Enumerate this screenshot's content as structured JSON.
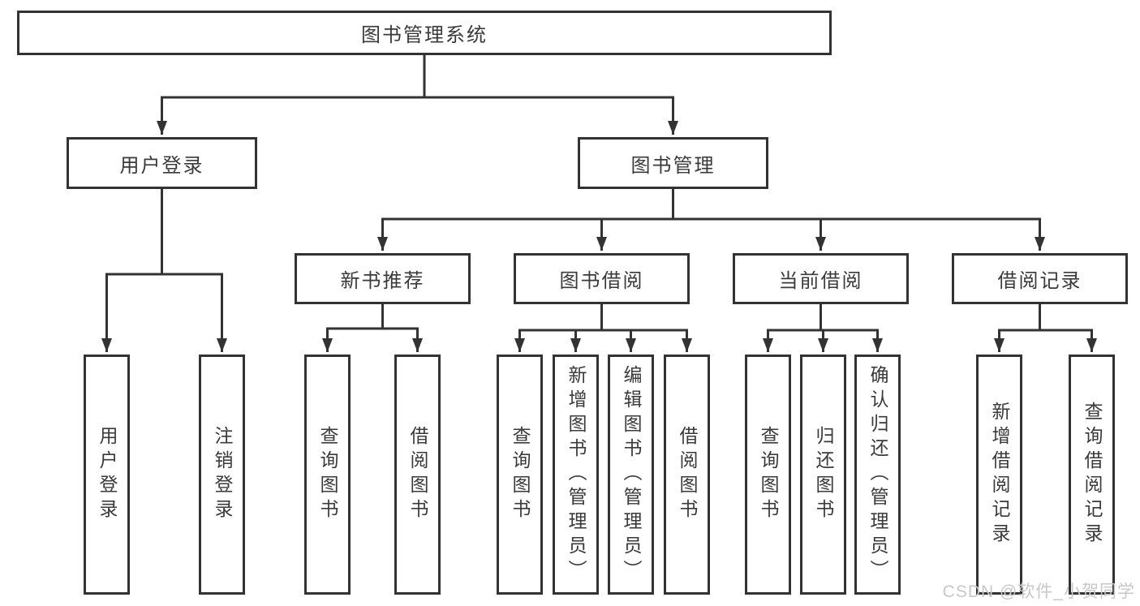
{
  "diagram_title": "图书管理系统",
  "watermark": "CSDN @软件_小贺同学",
  "colors": {
    "line": "#333333",
    "box_border": "#333333",
    "text": "#3a3a3a",
    "background": "#ffffff",
    "watermark": "#c7c7c7"
  },
  "nodes": {
    "root": {
      "label": "图书管理系统"
    },
    "user_login": {
      "label": "用户登录"
    },
    "book_management": {
      "label": "图书管理"
    },
    "new_book_recommend": {
      "label": "新书推荐"
    },
    "book_borrowing": {
      "label": "图书借阅"
    },
    "current_borrowing": {
      "label": "当前借阅"
    },
    "borrowing_records": {
      "label": "借阅记录"
    },
    "leaf_user_login": {
      "label": "用户登录"
    },
    "leaf_logout": {
      "label": "注销登录"
    },
    "leaf_rec_query_book": {
      "label": "查询图书"
    },
    "leaf_rec_borrow_book": {
      "label": "借阅图书"
    },
    "leaf_bor_query_book": {
      "label": "查询图书"
    },
    "leaf_bor_add_book": {
      "label": "新增图书（管理员）"
    },
    "leaf_bor_edit_book": {
      "label": "编辑图书（管理员）"
    },
    "leaf_bor_borrow_book": {
      "label": "借阅图书"
    },
    "leaf_cur_query_book": {
      "label": "查询图书"
    },
    "leaf_cur_return_book": {
      "label": "归还图书"
    },
    "leaf_cur_confirm_return": {
      "label": "确认归还（管理员）"
    },
    "leaf_add_borrow_record": {
      "label": "新增借阅记录"
    },
    "leaf_query_borrow_record": {
      "label": "查询借阅记录"
    }
  },
  "hierarchy": {
    "图书管理系统": [
      "用户登录",
      "图书管理"
    ],
    "用户登录": [
      "用户登录",
      "注销登录"
    ],
    "图书管理": [
      "新书推荐",
      "图书借阅",
      "当前借阅",
      "借阅记录"
    ],
    "新书推荐": [
      "查询图书",
      "借阅图书"
    ],
    "图书借阅": [
      "查询图书",
      "新增图书（管理员）",
      "编辑图书（管理员）",
      "借阅图书"
    ],
    "当前借阅": [
      "查询图书",
      "归还图书",
      "确认归还（管理员）"
    ],
    "借阅记录": [
      "新增借阅记录",
      "查询借阅记录"
    ]
  }
}
